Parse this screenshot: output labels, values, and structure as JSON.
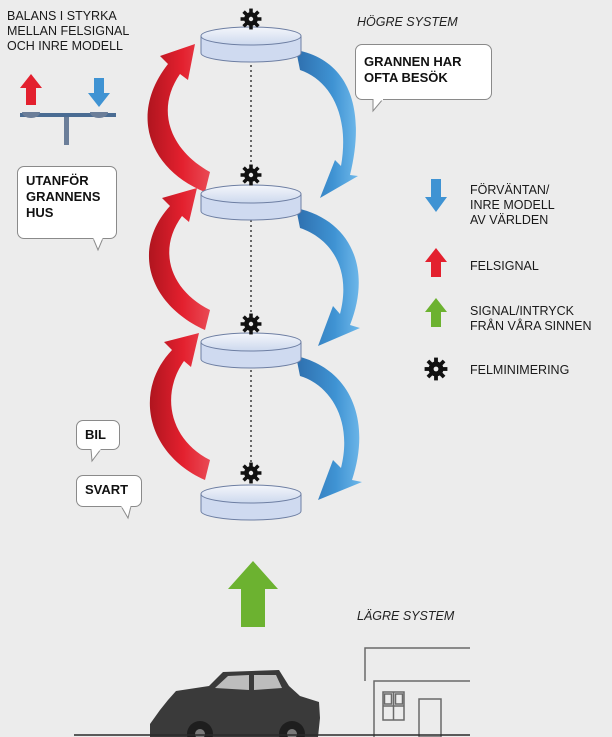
{
  "balance_text": [
    "BALANS I STYRKA",
    "MELLAN FELSIGNAL",
    "OCH INRE MODELL"
  ],
  "higher_system": "HÖGRE SYSTEM",
  "lower_system": "LÄGRE SYSTEM",
  "bubbles": {
    "neighbor_visits": [
      "GRANNEN HAR",
      "OFTA BESÖK"
    ],
    "outside_house": [
      "UTANFÖR",
      "GRANNENS",
      "HUS"
    ],
    "car": [
      "BIL"
    ],
    "black": [
      "SVART"
    ]
  },
  "legend": {
    "expectation": [
      "FÖRVÄNTAN/",
      "INRE MODELL",
      "AV VÄRLDEN"
    ],
    "error_signal": [
      "FELSIGNAL"
    ],
    "sense_signal": [
      "SIGNAL/INTRYCK",
      "FRÅN VÅRA SINNEN"
    ],
    "error_minimization": [
      "FELMINIMERING"
    ]
  },
  "colors": {
    "error_signal_red": "#e3202e",
    "expectation_blue": "#3f93d3",
    "sense_signal_green": "#6cb230",
    "disc_fill": "#d9e3f3",
    "background": "#ececec"
  },
  "icons": {
    "gear": "gear-icon",
    "car": "car-icon",
    "house": "house-icon",
    "balance_scale": "balance-scale-icon"
  }
}
